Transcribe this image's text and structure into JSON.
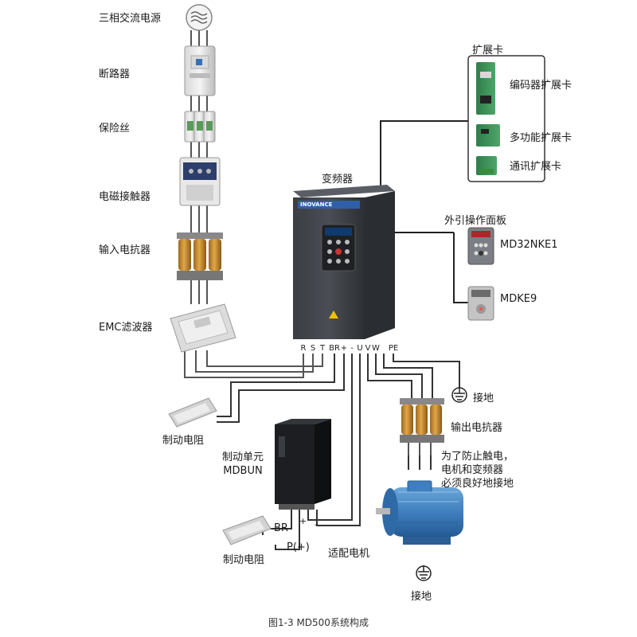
{
  "labels": {
    "source": "三相交流电源",
    "breaker": "断路器",
    "fuse": "保险丝",
    "contactor": "电磁接触器",
    "input_reactor": "输入电抗器",
    "emc_filter": "EMC滤波器",
    "inverter": "变频器",
    "expansion_card": "扩展卡",
    "encoder_card": "编码器扩展卡",
    "multi_card": "多功能扩展卡",
    "comm_card": "通讯扩展卡",
    "ext_panel": "外引操作面板",
    "panel1": "MD32NKE1",
    "panel2": "MDKE9",
    "ground_1": "接地",
    "output_reactor": "输出电抗器",
    "warning": [
      "为了防止触电，",
      "电机和变频器",
      "必须良好地接地"
    ],
    "brake_resistor_1": "制动电阻",
    "brake_unit": [
      "制动单元",
      "MDBUN"
    ],
    "brake_resistor_2": "制动电阻",
    "br": "BR",
    "p_plus": "P(+)",
    "plus": "+",
    "minus": "-",
    "motor": "适配电机",
    "ground_2": "接地",
    "brand": "INOVANCE"
  },
  "terminals": [
    "R",
    "S",
    "T",
    "BR",
    "+",
    "-",
    "U",
    "V",
    "W",
    "PE"
  ],
  "caption": "图1-3 MD500系统构成"
}
